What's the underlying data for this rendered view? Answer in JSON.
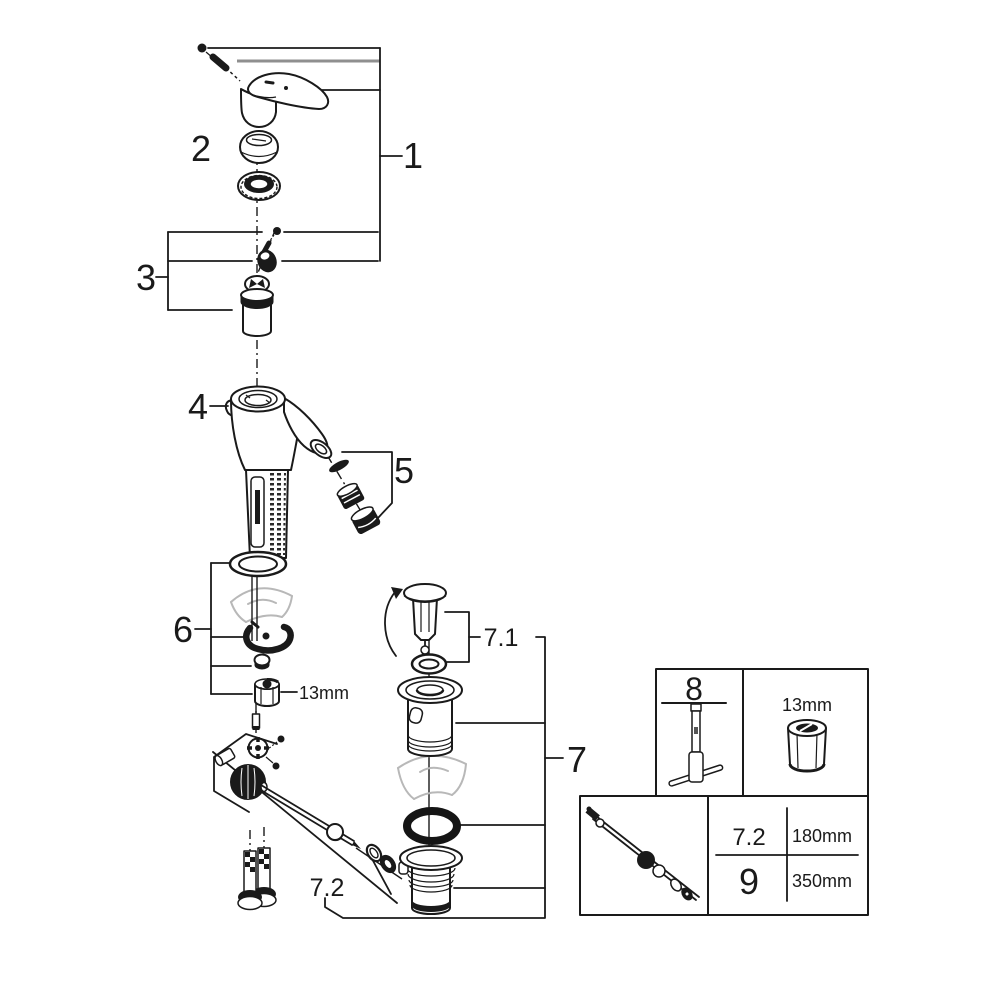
{
  "callouts": {
    "part1": "1",
    "part2": "2",
    "part3": "3",
    "part4": "4",
    "part5": "5",
    "part6": "6",
    "part7": "7",
    "part7_1": "7.1",
    "part7_2": "7.2"
  },
  "annotations": {
    "mounting_nut_size": "13mm"
  },
  "info_boxes": {
    "tool_box": {
      "part_number": "8",
      "socket_size": "13mm"
    },
    "rod_table": {
      "rows": [
        {
          "part": "7.2",
          "length": "180mm"
        },
        {
          "part": "9",
          "length": "350mm"
        }
      ]
    }
  },
  "colors": {
    "line": "#1a1a1a",
    "secondary_line": "#8f8f8f",
    "ghost_line": "#b8b8b8",
    "background": "#ffffff"
  }
}
